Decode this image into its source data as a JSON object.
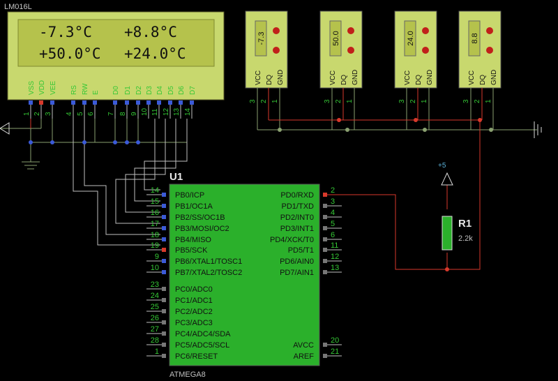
{
  "lcd": {
    "part": "LM016L",
    "line1": [
      "-7.3°C",
      "+8.8°C"
    ],
    "line2": [
      "+50.0°C",
      "+24.0°C"
    ],
    "pins": [
      {
        "name": "VSS",
        "num": "1"
      },
      {
        "name": "VDD",
        "num": "2"
      },
      {
        "name": "VEE",
        "num": "3"
      },
      {
        "name": "RS",
        "num": "4"
      },
      {
        "name": "RW",
        "num": "5"
      },
      {
        "name": "E",
        "num": "6"
      },
      {
        "name": "D0",
        "num": "7"
      },
      {
        "name": "D1",
        "num": "8"
      },
      {
        "name": "D2",
        "num": "9"
      },
      {
        "name": "D3",
        "num": "10"
      },
      {
        "name": "D4",
        "num": "11"
      },
      {
        "name": "D5",
        "num": "12"
      },
      {
        "name": "D6",
        "num": "13"
      },
      {
        "name": "D7",
        "num": "14"
      }
    ]
  },
  "sensors": [
    {
      "reading": "-7.3"
    },
    {
      "reading": "50.0"
    },
    {
      "reading": "24.0"
    },
    {
      "reading": "8.8"
    }
  ],
  "sensor_pins": {
    "names": [
      "VCC",
      "DQ",
      "GND"
    ],
    "nums": [
      "3",
      "2",
      "1"
    ]
  },
  "mcu": {
    "ref": "U1",
    "part": "ATMEGA8",
    "left": [
      {
        "num": "14",
        "name": "PB0/ICP"
      },
      {
        "num": "15",
        "name": "PB1/OC1A"
      },
      {
        "num": "16",
        "name": "PB2/SS/OC1B"
      },
      {
        "num": "17",
        "name": "PB3/MOSI/OC2"
      },
      {
        "num": "18",
        "name": "PB4/MISO"
      },
      {
        "num": "19",
        "name": "PB5/SCK"
      },
      {
        "num": "9",
        "name": "PB6/XTAL1/TOSC1"
      },
      {
        "num": "10",
        "name": "PB7/XTAL2/TOSC2"
      },
      {
        "num": "23",
        "name": "PC0/ADC0"
      },
      {
        "num": "24",
        "name": "PC1/ADC1"
      },
      {
        "num": "25",
        "name": "PC2/ADC2"
      },
      {
        "num": "26",
        "name": "PC3/ADC3"
      },
      {
        "num": "27",
        "name": "PC4/ADC4/SDA"
      },
      {
        "num": "28",
        "name": "PC5/ADC5/SCL"
      },
      {
        "num": "1",
        "name": "PC6/RESET"
      }
    ],
    "right": [
      {
        "num": "2",
        "name": "PD0/RXD"
      },
      {
        "num": "3",
        "name": "PD1/TXD"
      },
      {
        "num": "4",
        "name": "PD2/INT0"
      },
      {
        "num": "5",
        "name": "PD3/INT1"
      },
      {
        "num": "6",
        "name": "PD4/XCK/T0"
      },
      {
        "num": "11",
        "name": "PD5/T1"
      },
      {
        "num": "12",
        "name": "PD6/AIN0"
      },
      {
        "num": "13",
        "name": "PD7/AIN1"
      },
      {
        "num": "20",
        "name": "AVCC"
      },
      {
        "num": "21",
        "name": "AREF"
      }
    ]
  },
  "resistor": {
    "ref": "R1",
    "value": "2.2k"
  },
  "power": {
    "label": "+5"
  },
  "colors": {
    "wire": "#8aa070",
    "signal": "#d8392b",
    "component": "#c8d86e",
    "lcd_screen": "#b5c24c",
    "pin_text": "#35c735",
    "mcu_fill": "#2bb02b"
  }
}
